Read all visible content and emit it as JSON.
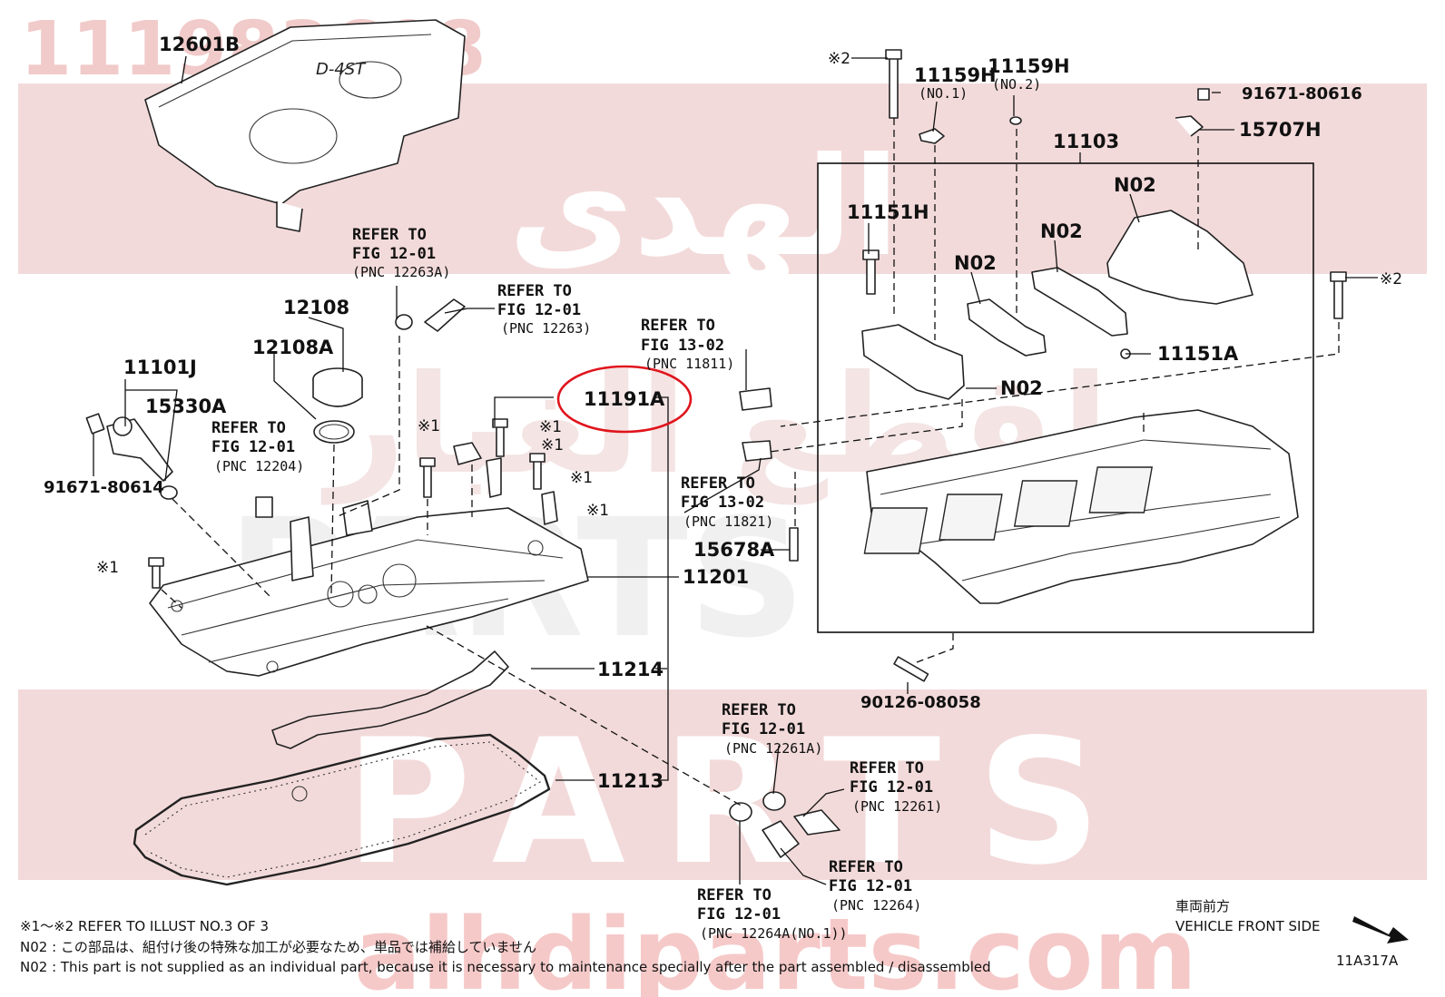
{
  "watermark": {
    "part_number": "111983608",
    "arabic": "الهدى",
    "spare_arabic": "لقطع الغيار",
    "spare": "PARTS",
    "word2": "PARTS",
    "url": "alhdiparts.com"
  },
  "parts": {
    "p12601B": "12601B",
    "p12108": "12108",
    "p12108A": "12108A",
    "p11101J": "11101J",
    "p15330A": "15330A",
    "p91671_80614": "91671-80614",
    "p11191A": "11191A",
    "p11201": "11201",
    "p11214": "11214",
    "p11213": "11213",
    "p15678A": "15678A",
    "p90126_08058": "90126-08058",
    "p11159H_1": "11159H",
    "p11159H_1_sub": "(NO.1)",
    "p11159H_2": "11159H",
    "p11159H_2_sub": "(NO.2)",
    "p91671_80616": "91671-80616",
    "p15707H": "15707H",
    "p11103": "11103",
    "p11151H": "11151H",
    "p11151A": "11151A",
    "n02_a": "N02",
    "n02_b": "N02",
    "n02_c": "N02",
    "n02_d": "N02",
    "mark1_a": "※1",
    "mark1_b": "※1",
    "mark1_c": "※1",
    "mark1_d": "※1",
    "mark1_e": "※1",
    "mark1_f": "※1",
    "mark2_a": "※2",
    "mark2_b": "※2"
  },
  "refs": [
    {
      "l1": "REFER TO",
      "l2": "FIG 12-01",
      "l3": "(PNC 12263A)"
    },
    {
      "l1": "REFER TO",
      "l2": "FIG 12-01",
      "l3": "(PNC 12263)"
    },
    {
      "l1": "REFER TO",
      "l2": "FIG 13-02",
      "l3": "(PNC 11811)"
    },
    {
      "l1": "REFER TO",
      "l2": "FIG 12-01",
      "l3": "(PNC 12204)"
    },
    {
      "l1": "REFER TO",
      "l2": "FIG 13-02",
      "l3": "(PNC 11821)"
    },
    {
      "l1": "REFER TO",
      "l2": "FIG 12-01",
      "l3": "(PNC 12261A)"
    },
    {
      "l1": "REFER TO",
      "l2": "FIG 12-01",
      "l3": "(PNC 12261)"
    },
    {
      "l1": "REFER TO",
      "l2": "FIG 12-01",
      "l3": "(PNC 12264)"
    },
    {
      "l1": "REFER TO",
      "l2": "FIG 12-01",
      "l3": "(PNC 12264A(NO.1))"
    }
  ],
  "notes": {
    "n1": "※1～※2 REFER TO ILLUST NO.3 OF 3",
    "n2": "N02 : この部品は、組付け後の特殊な加工が必要なため、単品では補給していません",
    "n3": "N02 : This part is not supplied as an individual part, because it is necessary to maintenance specially after the part assembled / disassembled"
  },
  "front": {
    "jp": "車両前方",
    "en": "VEHICLE FRONT SIDE"
  },
  "illust_id": "11A317A",
  "colors": {
    "highlight": "#e0141c",
    "band": "#f3dada"
  }
}
